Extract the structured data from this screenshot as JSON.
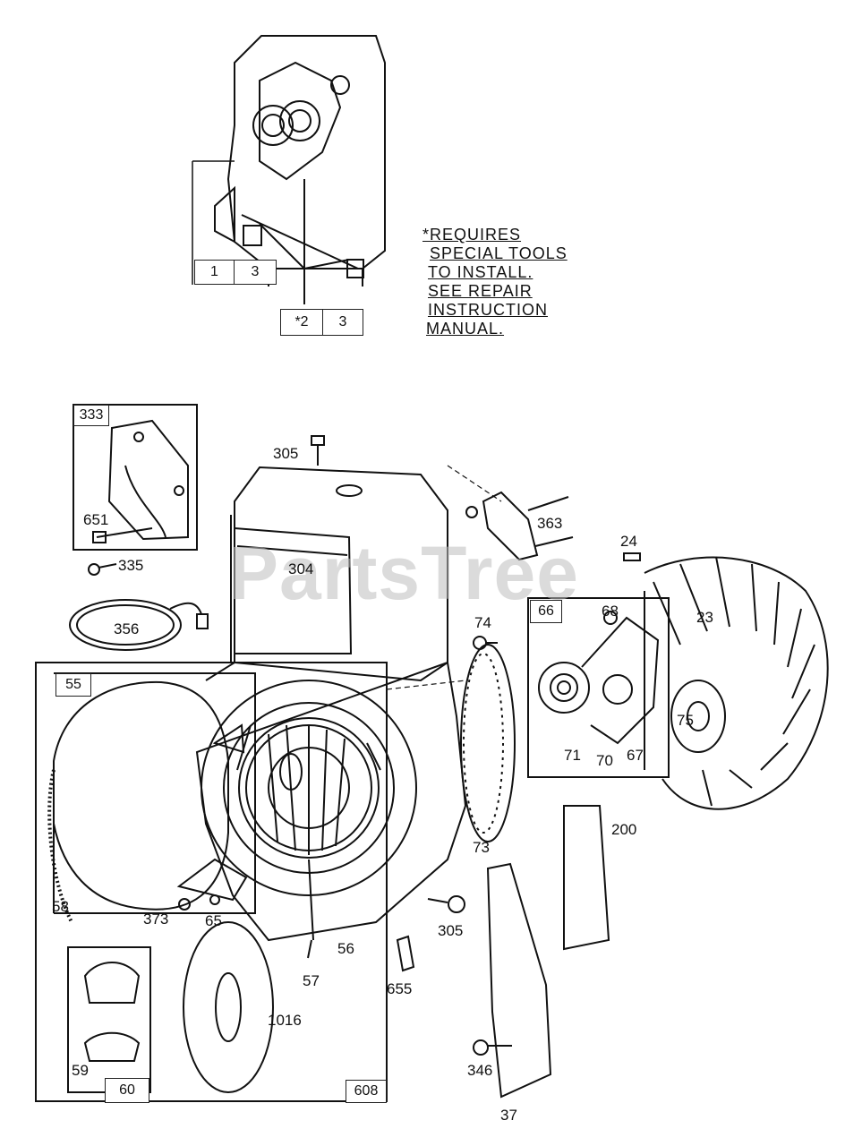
{
  "watermark": "PartsTree",
  "note_lines": [
    "*REQUIRES",
    "SPECIAL TOOLS",
    "TO INSTALL.",
    "SEE REPAIR",
    "INSTRUCTION",
    "MANUAL."
  ],
  "boxed_labels": {
    "b1": "1",
    "b3a": "3",
    "b2": "*2",
    "b3b": "3",
    "b333": "333",
    "b55": "55",
    "b66": "66",
    "b60": "60",
    "b608": "608"
  },
  "callouts": {
    "c305a": "305",
    "c651": "651",
    "c335": "335",
    "c304": "304",
    "c356": "356",
    "c363": "363",
    "c24": "24",
    "c74": "74",
    "c68": "68",
    "c23": "23",
    "c75": "75",
    "c71": "71",
    "c70": "70",
    "c67": "67",
    "c73": "73",
    "c200": "200",
    "c58": "58",
    "c373": "373",
    "c65": "65",
    "c56": "56",
    "c57": "57",
    "c305b": "305",
    "c655": "655",
    "c1016": "1016",
    "c59": "59",
    "c346": "346",
    "c37": "37"
  }
}
